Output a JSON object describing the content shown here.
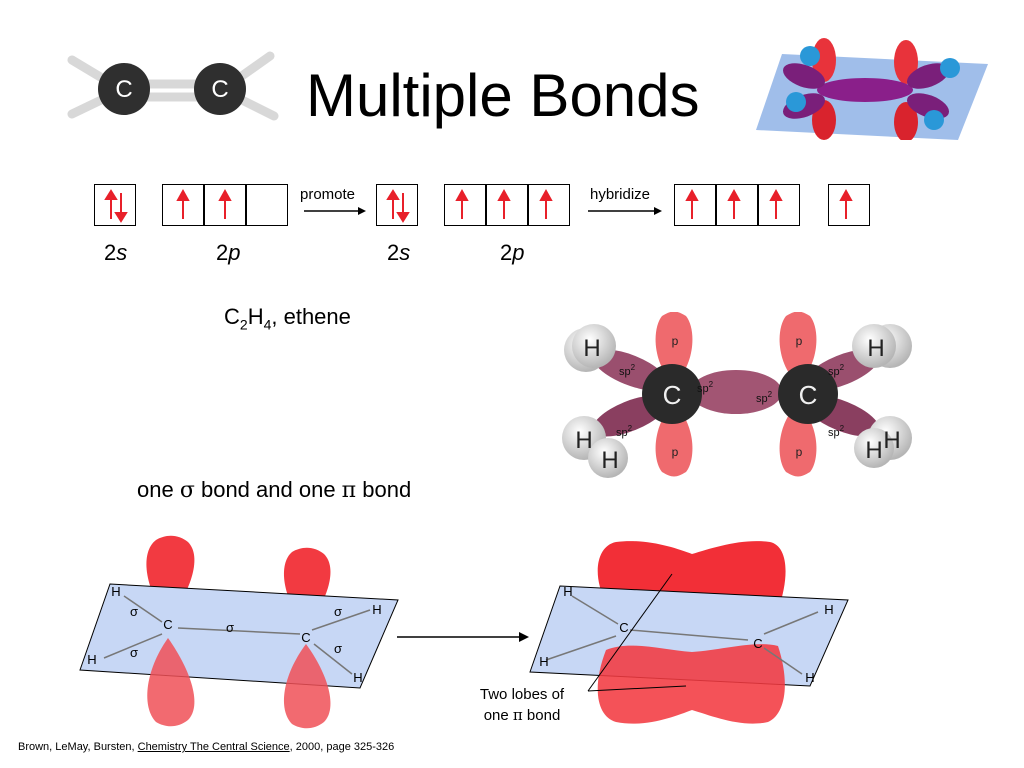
{
  "slide": {
    "title": "Multiple Bonds",
    "label_promote": "promote",
    "label_hybridize": "hybridize",
    "orbital_labels": {
      "s_first": "2s",
      "p_first": "2p",
      "s_second": "2s",
      "p_second": "2p"
    },
    "ethene_label": {
      "c": "C",
      "sub2": "2",
      "h": "H",
      "sub4": "4",
      "rest": ", ethene"
    },
    "bond_phrase": {
      "part1": "one ",
      "sigma": "σ",
      "part2": " bond and one ",
      "pi": "π",
      "part3": " bond"
    },
    "lobes_note": {
      "line1": "Two lobes of",
      "line2_a": "one ",
      "line2_pi": "π",
      "line2_b": " bond"
    },
    "citation": {
      "authors": "Brown, LeMay, Bursten, ",
      "book": "Chemistry The Central Science",
      "rest": ", 2000, page 325-326"
    },
    "molecule_labels": {
      "carbon": "C",
      "hydrogen": "H",
      "p": "p",
      "sp2": "sp",
      "sup2": "2",
      "sigma": "σ"
    }
  }
}
